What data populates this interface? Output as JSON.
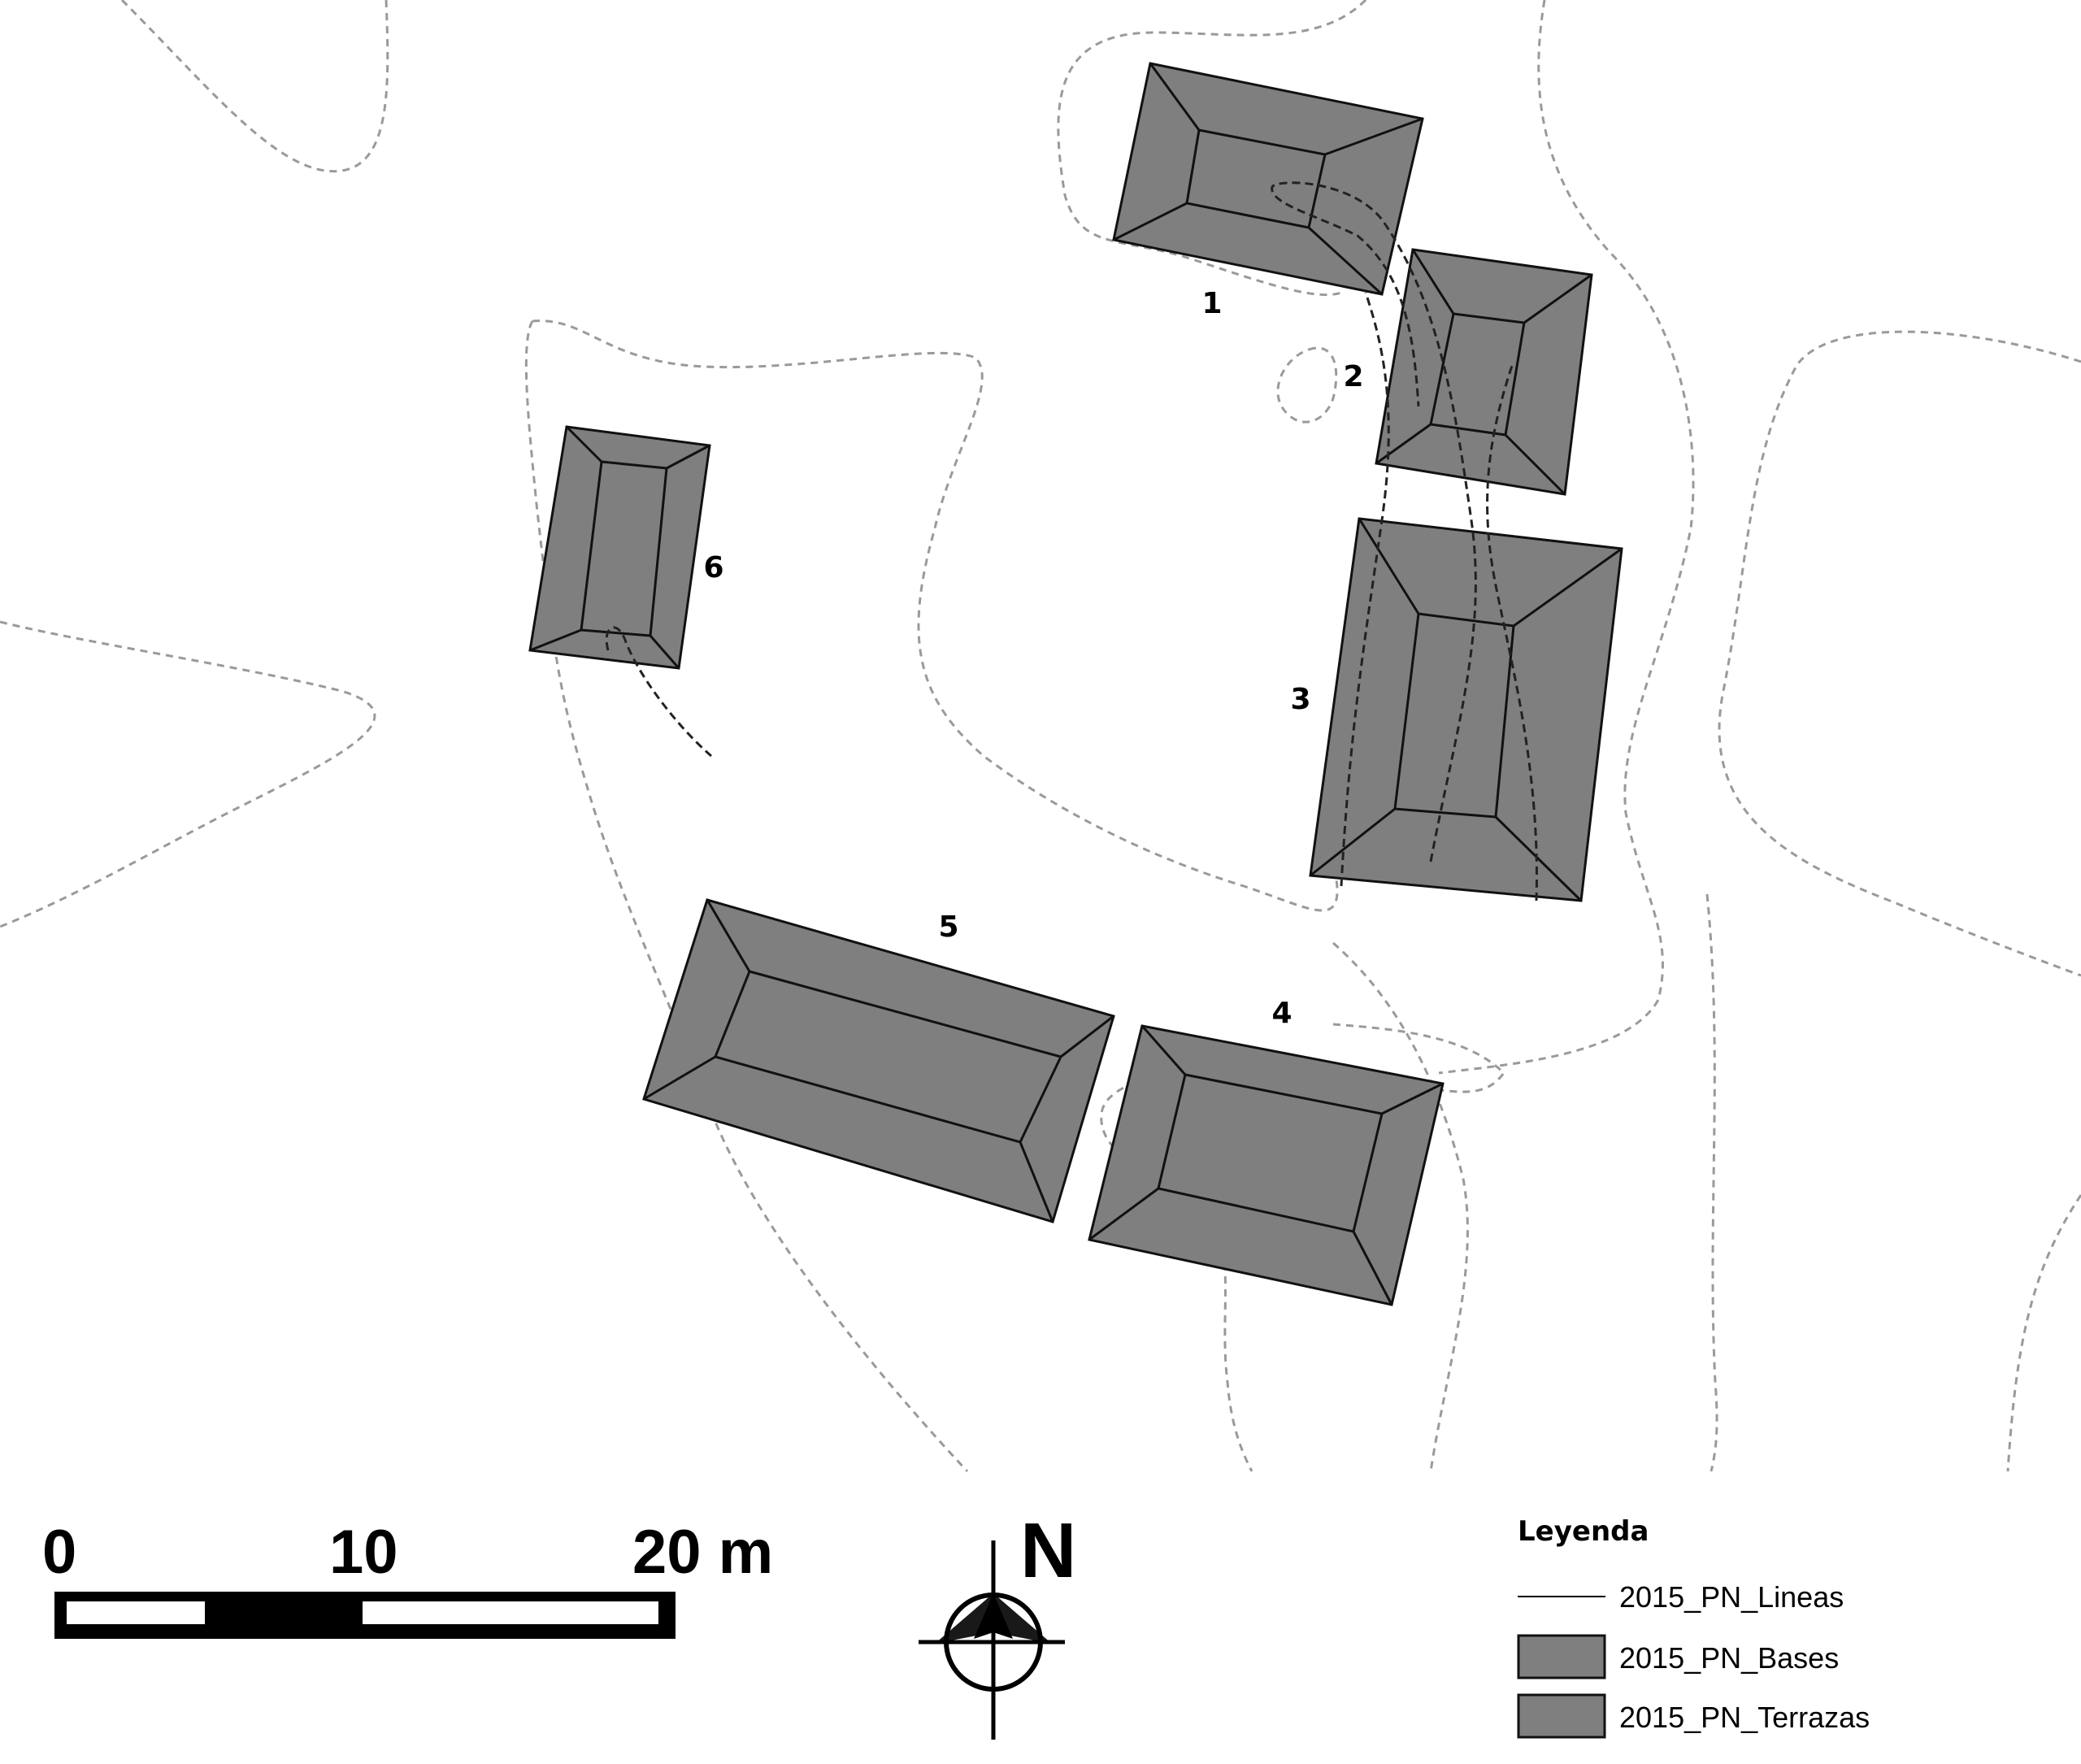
{
  "map": {
    "structures": [
      {
        "id": "1",
        "label": "1"
      },
      {
        "id": "2",
        "label": "2"
      },
      {
        "id": "3",
        "label": "3"
      },
      {
        "id": "4",
        "label": "4"
      },
      {
        "id": "5",
        "label": "5"
      },
      {
        "id": "6",
        "label": "6"
      }
    ]
  },
  "scale_bar": {
    "tick_0": "0",
    "tick_10": "10",
    "tick_20": "20 m"
  },
  "north_arrow": {
    "label": "N"
  },
  "legend": {
    "title": "Leyenda",
    "items": [
      {
        "label": "2015_PN_Lineas",
        "symbol": "line"
      },
      {
        "label": "2015_PN_Bases",
        "symbol": "fill",
        "color": "#7f7f7f"
      },
      {
        "label": "2015_PN_Terrazas",
        "symbol": "fill",
        "color": "#7f7f7f"
      }
    ]
  },
  "colors": {
    "structure_fill": "#7f7f7f",
    "contour_line": "#9a9a9a",
    "outline": "#111111"
  }
}
